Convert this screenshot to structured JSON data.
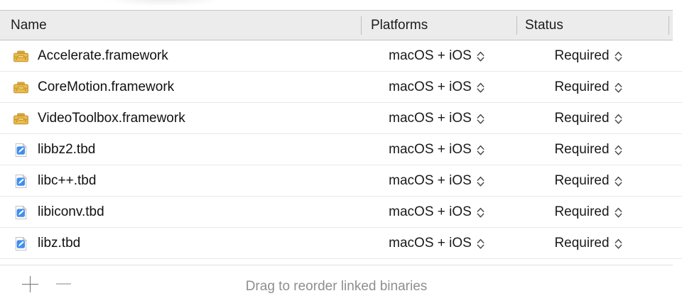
{
  "table": {
    "columns": [
      {
        "key": "name",
        "label": "Name"
      },
      {
        "key": "platforms",
        "label": "Platforms"
      },
      {
        "key": "status",
        "label": "Status"
      }
    ],
    "rows": [
      {
        "icon": "framework-toolbox-icon",
        "name": "Accelerate.framework",
        "platforms": "macOS + iOS",
        "status": "Required"
      },
      {
        "icon": "framework-toolbox-icon",
        "name": "CoreMotion.framework",
        "platforms": "macOS + iOS",
        "status": "Required"
      },
      {
        "icon": "framework-toolbox-icon",
        "name": "VideoToolbox.framework",
        "platforms": "macOS + iOS",
        "status": "Required"
      },
      {
        "icon": "tbd-document-icon",
        "name": "libbz2.tbd",
        "platforms": "macOS + iOS",
        "status": "Required"
      },
      {
        "icon": "tbd-document-icon",
        "name": "libc++.tbd",
        "platforms": "macOS + iOS",
        "status": "Required"
      },
      {
        "icon": "tbd-document-icon",
        "name": "libiconv.tbd",
        "platforms": "macOS + iOS",
        "status": "Required"
      },
      {
        "icon": "tbd-document-icon",
        "name": "libz.tbd",
        "platforms": "macOS + iOS",
        "status": "Required"
      }
    ]
  },
  "toolbar": {
    "add_label": "+",
    "remove_label": "−",
    "hint": "Drag to reorder linked binaries"
  },
  "colors": {
    "header_background": "#ececec",
    "row_separator": "#e8e8e8",
    "text_primary": "#111111",
    "text_muted": "#8e8e8e",
    "toolbox_icon": "#e0a92b",
    "tbd_icon_badge": "#3f8ef0"
  }
}
